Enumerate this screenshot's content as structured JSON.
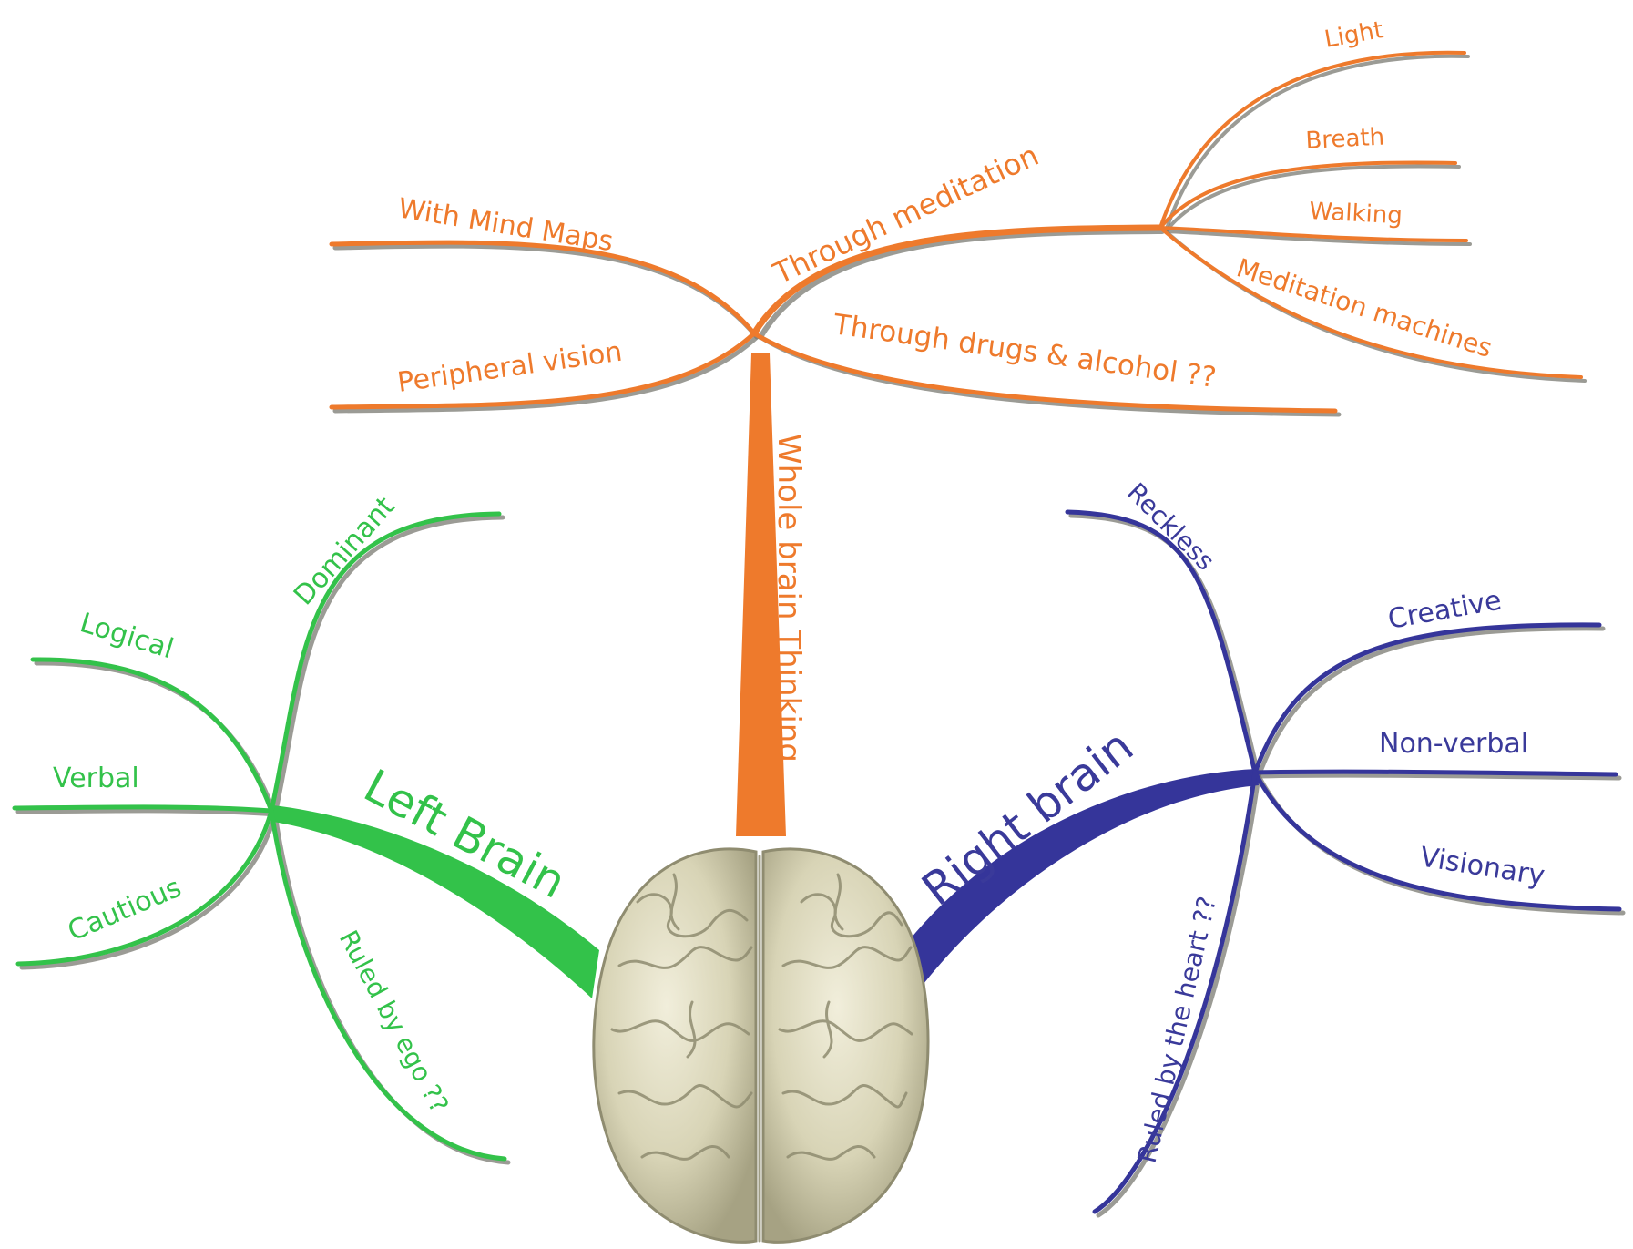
{
  "colors": {
    "whole": "#ee7a2c",
    "left": "#33c24a",
    "right": "#35359a",
    "shadow": "#7a7a72",
    "brain_light": "#e9e6cf",
    "brain_dark": "#8f8c70"
  },
  "central": {
    "image": "brain-top-view"
  },
  "whole_brain": {
    "label": "Whole brain Thinking",
    "branches": {
      "mind_maps": "With Mind Maps",
      "peripheral": "Peripheral vision",
      "meditation": "Through meditation",
      "drugs": "Through drugs & alcohol ??"
    },
    "meditation_sub": {
      "light": "Light",
      "breath": "Breath",
      "walking": "Walking",
      "machines": "Meditation machines"
    }
  },
  "left_brain": {
    "label": "Left Brain",
    "branches": {
      "dominant": "Dominant",
      "logical": "Logical",
      "verbal": "Verbal",
      "cautious": "Cautious",
      "ego": "Ruled by ego ??"
    }
  },
  "right_brain": {
    "label": "Right brain",
    "branches": {
      "reckless": "Reckless",
      "creative": "Creative",
      "non_verbal": "Non-verbal",
      "visionary": "Visionary",
      "heart": "Ruled by the heart ??"
    }
  }
}
